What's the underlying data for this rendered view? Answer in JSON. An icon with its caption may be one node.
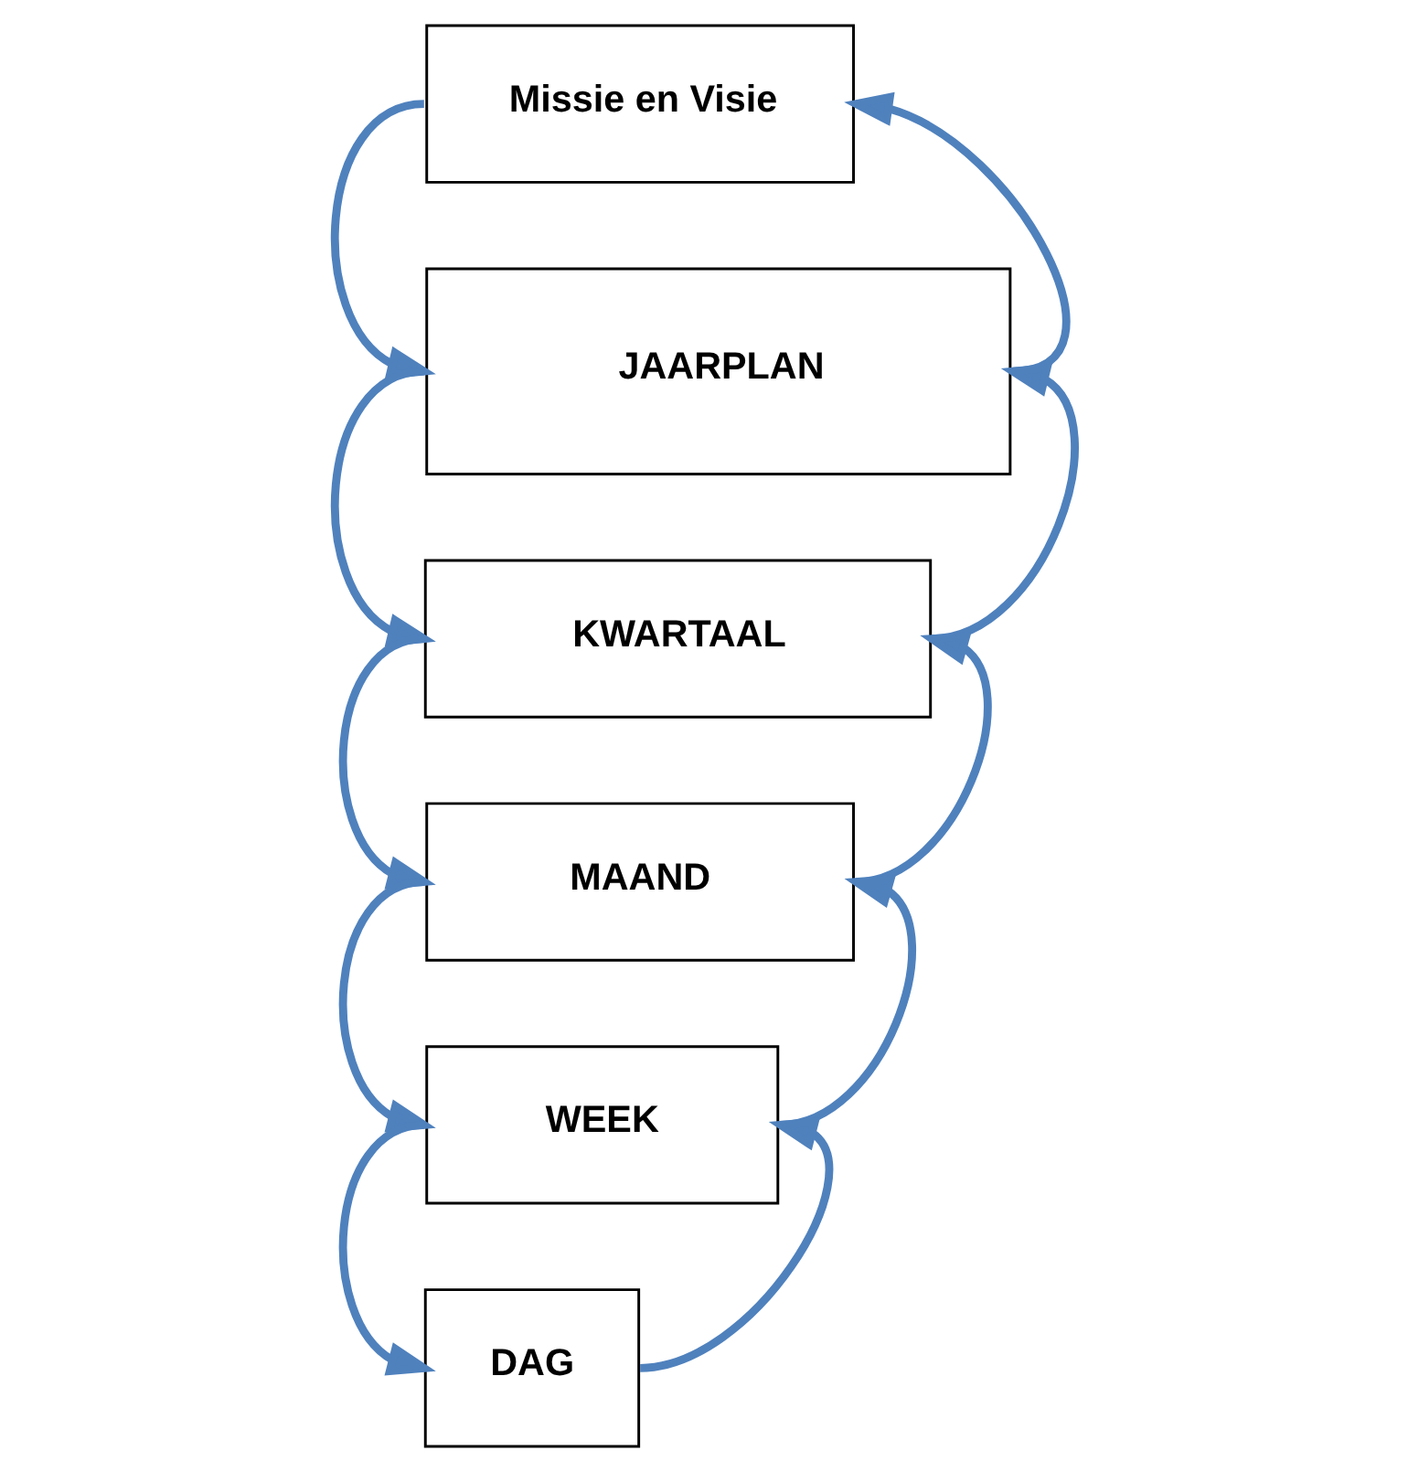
{
  "diagram": {
    "nodes": [
      {
        "text": [
          "Missie en Visie"
        ]
      },
      {
        "text": [
          "JAARPLAN"
        ]
      },
      {
        "text": [
          "KWARTAAL"
        ]
      },
      {
        "text": [
          "MAAND"
        ]
      },
      {
        "text": [
          "WEEK"
        ]
      },
      {
        "text": [
          "DAG"
        ]
      }
    ],
    "edges": [
      {
        "from": 0,
        "to": 1,
        "arrow": "to"
      },
      {
        "from": 1,
        "to": 2,
        "arrow": "to"
      },
      {
        "from": 2,
        "to": 3,
        "arrow": "to"
      },
      {
        "from": 3,
        "to": 4,
        "arrow": "to"
      },
      {
        "from": 4,
        "to": 5,
        "arrow": "to"
      },
      {
        "from": 5,
        "to": 4,
        "arrow": "to"
      },
      {
        "from": 4,
        "to": 3,
        "arrow": "to"
      },
      {
        "from": 3,
        "to": 2,
        "arrow": "to"
      },
      {
        "from": 2,
        "to": 1,
        "arrow": "to"
      },
      {
        "from": 1,
        "to": 0,
        "arrow": "to"
      }
    ]
  }
}
